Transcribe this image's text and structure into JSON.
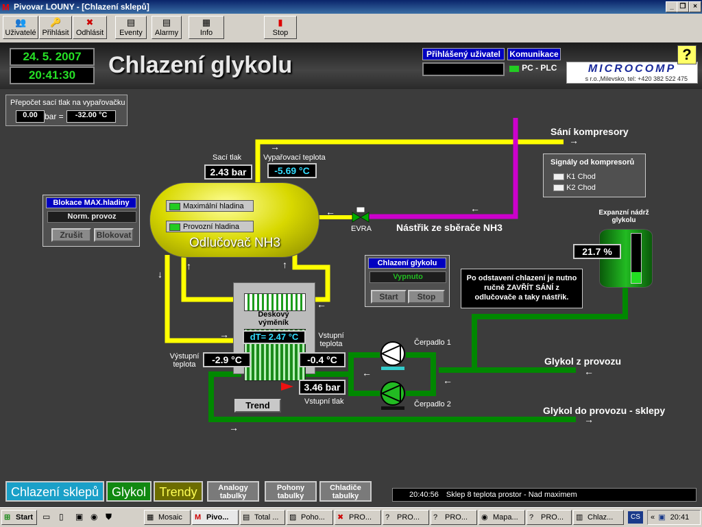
{
  "window": {
    "title": "Pivovar LOUNY - [Chlazení sklepů]",
    "minimize": "_",
    "restore": "❐",
    "close": "×"
  },
  "toolbar": {
    "users": "Uživatelé",
    "login": "Přihlásit",
    "logout": "Odhlásit",
    "events": "Eventy",
    "alarms": "Alarmy",
    "info": "Info",
    "stop": "Stop"
  },
  "header": {
    "date": "24. 5. 2007",
    "time": "20:41:30",
    "title": "Chlazení glykolu",
    "logged_user_label": "Přihlášený uživatel",
    "logged_user_value": "",
    "comm_label": "Komunikace",
    "comm_value": "PC - PLC",
    "help": "?",
    "company_logo": "MICROCOMP",
    "company_address": "s r.o.,Milevsko, tel: +420 382 522 475"
  },
  "conversion": {
    "title": "Přepočet sací tlak na vypařovačku",
    "bar_value": "0.00",
    "bar_unit": "bar =",
    "temp_value": "-32.00 °C"
  },
  "suction": {
    "label": "Sací tlak",
    "value": "2.43 bar"
  },
  "evap": {
    "label": "Vypařovací teplota",
    "value": "-5.69 °C"
  },
  "separator": {
    "name": "Odlučovač NH3",
    "max_level": "Maximální hladina",
    "op_level": "Provozní hladina"
  },
  "blockade": {
    "title": "Blokace MAX.hladiny",
    "status": "Norm. provoz",
    "cancel": "Zrušit",
    "block": "Blokovat"
  },
  "pipes": {
    "compressor_suction": "Sání kompresory",
    "injection": "Nástřik ze sběrače NH3",
    "evra": "EVRA",
    "glycol_from": "Glykol z provozu",
    "glycol_to": "Glykol do provozu - sklepy"
  },
  "compressors": {
    "title": "Signály od kompresorů",
    "k1": "K1 Chod",
    "k2": "K2 Chod"
  },
  "expansion": {
    "title_line1": "Expanzní nádrž",
    "title_line2": "glykolu",
    "value": "21.7 %",
    "level": 0.217
  },
  "glycol_cooling": {
    "title": "Chlazení glykolu",
    "status": "Vypnuto",
    "start": "Start",
    "stop": "Stop"
  },
  "note": "Po odstavení chlazení je nutno ručně ZAVŘÍT SÁNÍ z odlučovače a taky nástřik.",
  "exchanger": {
    "name_line1": "Deskový",
    "name_line2": "výměník",
    "dt": "dT= 2.47 °C"
  },
  "out_temp": {
    "label_line1": "Výstupní",
    "label_line2": "teplota",
    "value": "-2.9 °C"
  },
  "in_temp": {
    "label_line1": "Vstupní",
    "label_line2": "teplota",
    "value": "-0.4 °C"
  },
  "in_pressure": {
    "label": "Vstupní tlak",
    "value": "3.46 bar"
  },
  "pumps": {
    "p1": "Čerpadlo 1",
    "p2": "Čerpadlo 2"
  },
  "trend_button": "Trend",
  "nav": {
    "cellars": "Chlazení sklepů",
    "glycol": "Glykol",
    "trends": "Trendy",
    "analog_1": "Analogy",
    "analog_2": "tabulky",
    "drives_1": "Pohony",
    "drives_2": "tabulky",
    "coolers_1": "Chladiče",
    "coolers_2": "tabulky"
  },
  "alarm_line": {
    "time": "20:40:56",
    "text": "Sklep 8 teplota prostor - Nad maximem"
  },
  "taskbar": {
    "start": "Start",
    "tasks": [
      "Mosaic",
      "Pivo...",
      "Total ...",
      "Poho...",
      "PRO...",
      "PRO...",
      "PRO...",
      "Mapa...",
      "PRO...",
      "Chlaz..."
    ],
    "cs": "CS",
    "clock": "20:41",
    "chev": "«"
  },
  "colors": {
    "nh3_suction": "#ffff00",
    "nh3_injection": "#cc00cc",
    "glycol": "#008800"
  }
}
